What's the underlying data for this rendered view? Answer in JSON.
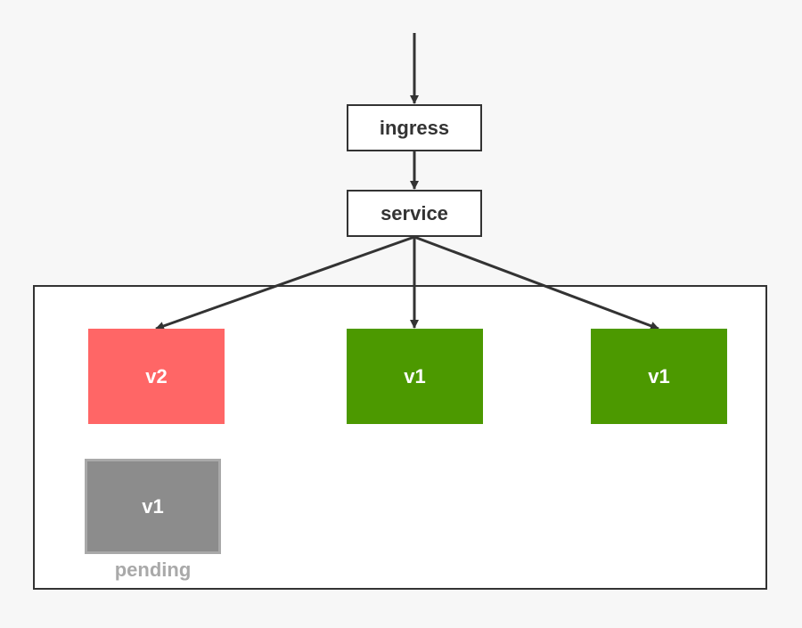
{
  "diagram": {
    "nodes": {
      "ingress": {
        "label": "ingress"
      },
      "service": {
        "label": "service"
      },
      "pod_a": {
        "label": "v2",
        "color": "#ff6666"
      },
      "pod_b": {
        "label": "v1",
        "color": "#4c9900"
      },
      "pod_c": {
        "label": "v1",
        "color": "#4c9900"
      },
      "pod_pending": {
        "label": "v1",
        "color": "#8c8c8c",
        "status": "pending",
        "status_color": "#a9a9a9"
      }
    },
    "edges": [
      {
        "from": "external",
        "to": "ingress"
      },
      {
        "from": "ingress",
        "to": "service"
      },
      {
        "from": "service",
        "to": "pod_a"
      },
      {
        "from": "service",
        "to": "pod_b"
      },
      {
        "from": "service",
        "to": "pod_c"
      }
    ],
    "colors": {
      "stroke": "#333333",
      "canvas": "#f7f7f7",
      "cluster_fill": "#ffffff"
    }
  }
}
